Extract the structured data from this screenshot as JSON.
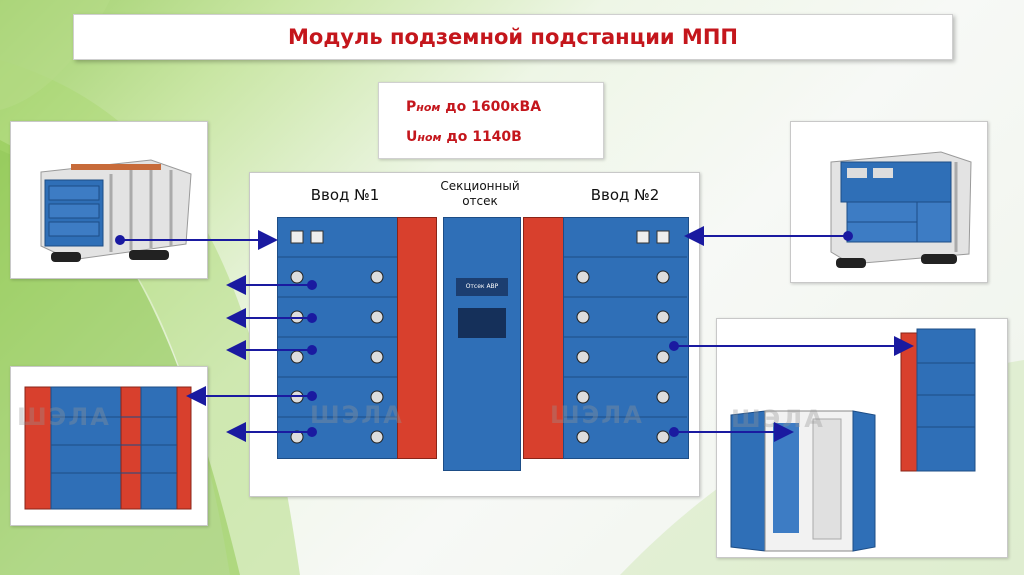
{
  "title": "Модуль подземной подстанции МПП",
  "params": [
    {
      "symbol": "P",
      "sub": "ном",
      "value": " до 1600кВА"
    },
    {
      "symbol": "U",
      "sub": "ном",
      "value": " до 1140В"
    }
  ],
  "labels": {
    "input1": "Ввод №1",
    "section_line1": "Секционный",
    "section_line2": "отсек",
    "input2": "Ввод №2"
  },
  "watermark": "ШЭЛА",
  "avr_label": "Отсек АВР",
  "colors": {
    "accent": "#c4161c",
    "arrow": "#1a1aa0",
    "cabinet_blue": "#2f6fb7",
    "cabinet_red": "#d8402d"
  }
}
